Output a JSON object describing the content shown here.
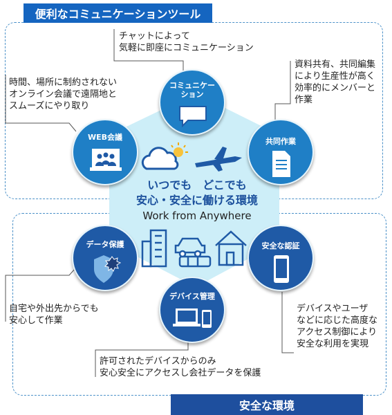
{
  "top_banner": "便利なコミュニケーションツール",
  "bottom_banner": "安全な環境",
  "center": {
    "line1": "いつでも　どこでも",
    "line2": "安心・安全に働ける環境",
    "line3": "Work from Anywhere"
  },
  "nodes": {
    "communication": "コミュニケー\nション",
    "web_meeting": "WEB会議",
    "collaboration": "共同作業",
    "data_protection": "データ保護",
    "secure_auth": "安全な認証",
    "device_management": "デバイス管理"
  },
  "captions": {
    "communication": "チャットによって\n気軽に即座にコミュニケーション",
    "web_meeting": "時間、場所に制約されない\nオンライン会議で遠隔地と\nスムーズにやり取り",
    "collaboration": "資料共有、共同編集\nにより生産性が高く\n効率的にメンバーと\n作業",
    "data_protection": "自宅や外出先からでも\n安心して作業",
    "secure_auth": "デバイスやユーザ\nなどに応じた高度な\nアクセス制御により\n安全な利用を実現",
    "device_management": "許可されたデバイスからのみ\n安心安全にアクセスし会社データを保護"
  },
  "colors": {
    "primary": "#1f7fc6",
    "dark": "#1f5aa6",
    "banner": "#1565c0",
    "hexagon": "#cdeef8",
    "center_text": "#1a4f9c"
  },
  "icons": [
    "chat-bubble-icon",
    "laptop-meeting-icon",
    "document-icon",
    "shield-icon",
    "smartphone-icon",
    "devices-icon",
    "cloud-icon",
    "sun-icon",
    "airplane-icon",
    "buildings-icon",
    "car-icon",
    "train-icon",
    "house-icon"
  ]
}
